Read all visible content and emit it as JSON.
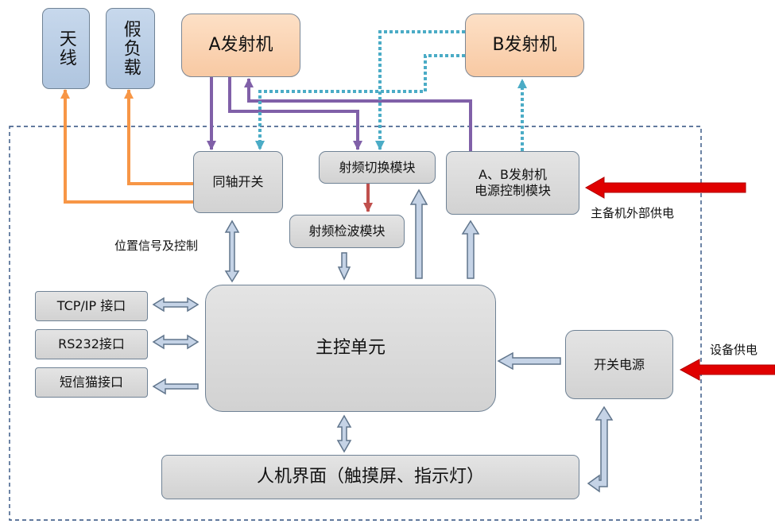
{
  "nodes": {
    "antenna": "天线",
    "dummy_load": "假负载",
    "tx_a": "A发射机",
    "tx_b": "B发射机",
    "coax_switch": "同轴开关",
    "rf_switch_module": "射频切换模块",
    "rf_detect_module": "射频检波模块",
    "power_ctrl_line1": "A、B发射机",
    "power_ctrl_line2": "电源控制模块",
    "main_control": "主控单元",
    "tcpip": "TCP/IP 接口",
    "rs232": "RS232接口",
    "sms_modem": "短信猫接口",
    "switching_psu": "开关电源",
    "hmi": "人机界面（触摸屏、指示灯）"
  },
  "labels": {
    "position_signal": "位置信号及控制",
    "ext_power": "主备机外部供电",
    "device_power": "设备供电"
  },
  "colors": {
    "purple": "#8060a8",
    "orange": "#f79646",
    "cyan": "#4bacc6",
    "red_arrow": "#e00000",
    "hollow_fill": "#c5d3e6",
    "hollow_stroke": "#60758c",
    "dashed_border": "#2f4f7f"
  }
}
